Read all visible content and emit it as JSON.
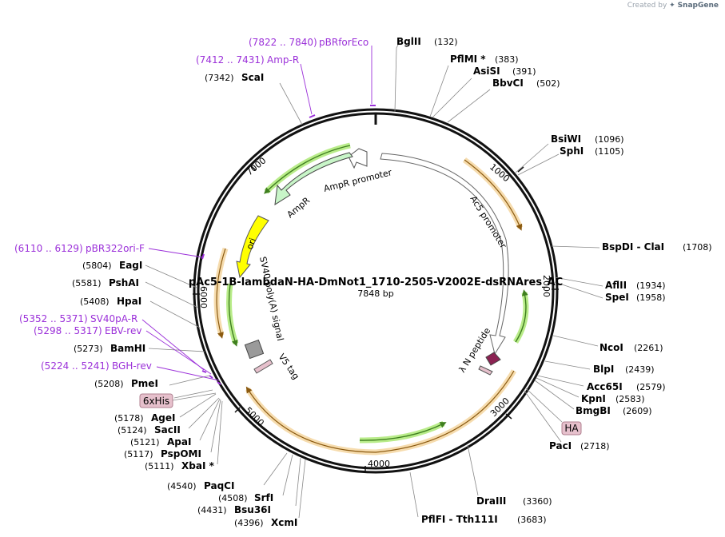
{
  "credit": {
    "prefix": "Created by",
    "brand": "SnapGene"
  },
  "plasmid": {
    "name": "pAc5-1B-lambdaN-HA-DmNot1_1710-2505-V2002E-dsRNAres_AC",
    "size_label": "7848 bp"
  },
  "ticks": [
    "1000",
    "2000",
    "3000",
    "4000",
    "5000",
    "6000",
    "7000"
  ],
  "sites": [
    {
      "name": "BglII",
      "pos": "(132)"
    },
    {
      "name": "PflMI *",
      "pos": "(383)"
    },
    {
      "name": "AsiSI",
      "pos": "(391)"
    },
    {
      "name": "BbvCI",
      "pos": "(502)"
    },
    {
      "name": "BsiWI",
      "pos": "(1096)"
    },
    {
      "name": "SphI",
      "pos": "(1105)"
    },
    {
      "name": "BspDI  -  ClaI",
      "pos": "(1708)"
    },
    {
      "name": "AflII",
      "pos": "(1934)"
    },
    {
      "name": "SpeI",
      "pos": "(1958)"
    },
    {
      "name": "NcoI",
      "pos": "(2261)"
    },
    {
      "name": "BlpI",
      "pos": "(2439)"
    },
    {
      "name": "Acc65I",
      "pos": "(2579)"
    },
    {
      "name": "KpnI",
      "pos": "(2583)"
    },
    {
      "name": "BmgBI",
      "pos": "(2609)"
    },
    {
      "name": "PacI",
      "pos": "(2718)"
    },
    {
      "name": "DraIII",
      "pos": "(3360)"
    },
    {
      "name": "PflFI  -  Tth111I",
      "pos": "(3683)"
    },
    {
      "name": "XcmI",
      "pos": "(4396)"
    },
    {
      "name": "Bsu36I",
      "pos": "(4431)"
    },
    {
      "name": "SrfI",
      "pos": "(4508)"
    },
    {
      "name": "PaqCI",
      "pos": "(4540)"
    },
    {
      "name": "XbaI *",
      "pos": "(5111)"
    },
    {
      "name": "PspOMI",
      "pos": "(5117)"
    },
    {
      "name": "ApaI",
      "pos": "(5121)"
    },
    {
      "name": "SacII",
      "pos": "(5124)"
    },
    {
      "name": "AgeI",
      "pos": "(5178)"
    },
    {
      "name": "PmeI",
      "pos": "(5208)"
    },
    {
      "name": "BamHI",
      "pos": "(5273)"
    },
    {
      "name": "HpaI",
      "pos": "(5408)"
    },
    {
      "name": "PshAI",
      "pos": "(5581)"
    },
    {
      "name": "EagI",
      "pos": "(5804)"
    },
    {
      "name": "ScaI",
      "pos": "(7342)"
    }
  ],
  "primers": [
    {
      "range": "(7822 .. 7840)",
      "name": "pBRforEco"
    },
    {
      "range": "(7412 .. 7431)",
      "name": "Amp-R"
    },
    {
      "range": "(6110 .. 6129)",
      "name": "pBR322ori-F"
    },
    {
      "range": "(5352 .. 5371)",
      "name": "SV40pA-R"
    },
    {
      "range": "(5298 .. 5317)",
      "name": "EBV-rev"
    },
    {
      "range": "(5224 .. 5241)",
      "name": "BGH-rev"
    }
  ],
  "tags": [
    {
      "name": "6xHis"
    },
    {
      "name": "HA"
    }
  ],
  "features": [
    {
      "name": "AmpR promoter"
    },
    {
      "name": "AmpR"
    },
    {
      "name": "ori"
    },
    {
      "name": "Ac5 promoter"
    },
    {
      "name": "SV40 poly(A) signal"
    },
    {
      "name": "V5 tag"
    },
    {
      "name": "λ N peptide"
    }
  ],
  "colors": {
    "backbone": "#111111",
    "primer": "#9b30d9",
    "orf": "#e8a840",
    "orf_arrow": "#8b5a10",
    "green_orf": "#3f7f1f",
    "green_glow": "#b9ec8a",
    "ampr_fill": "#c8f5c8",
    "ori_fill": "#ffff00",
    "tag_fill": "#e6c0cc",
    "lambda_fill": "#8b2252",
    "polyA_fill": "#9a9a9a"
  }
}
